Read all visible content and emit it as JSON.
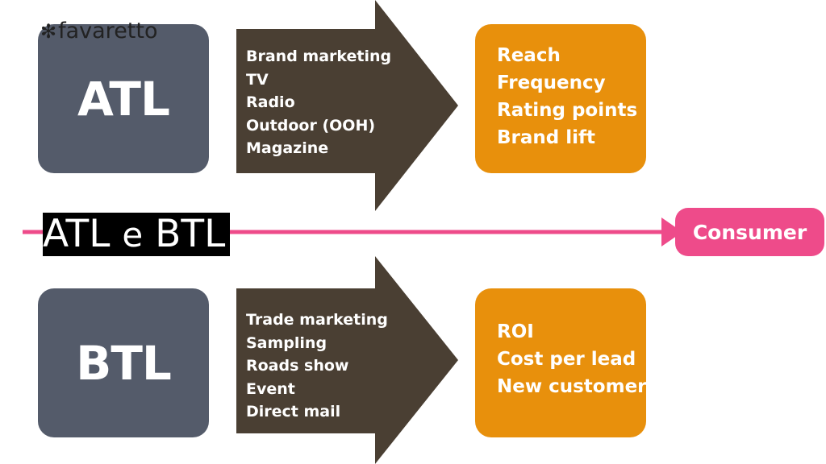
{
  "colors": {
    "slate_box": "#545B6A",
    "dark_arrow": "#4A3F33",
    "orange_box": "#E8900C",
    "pink_accent": "#EE4B8A",
    "title_bg": "#000000"
  },
  "watermark": {
    "icon": "asterisk-star-icon",
    "glyph": "✻",
    "text": "favaretto"
  },
  "title": {
    "part1": "ATL",
    "connector": "e",
    "part2": "BTL"
  },
  "atl": {
    "label": "ATL",
    "channels": [
      "Brand marketing",
      "TV",
      "Radio",
      "Outdoor (OOH)",
      "Magazine"
    ],
    "metrics": [
      "Reach",
      "Frequency",
      "Rating points",
      "Brand lift"
    ]
  },
  "btl": {
    "label": "BTL",
    "channels": [
      "Trade marketing",
      "Sampling",
      "Roads show",
      "Event",
      "Direct mail"
    ],
    "metrics": [
      "ROI",
      "Cost per lead",
      "New customer"
    ]
  },
  "consumer": {
    "label": "Consumer"
  }
}
